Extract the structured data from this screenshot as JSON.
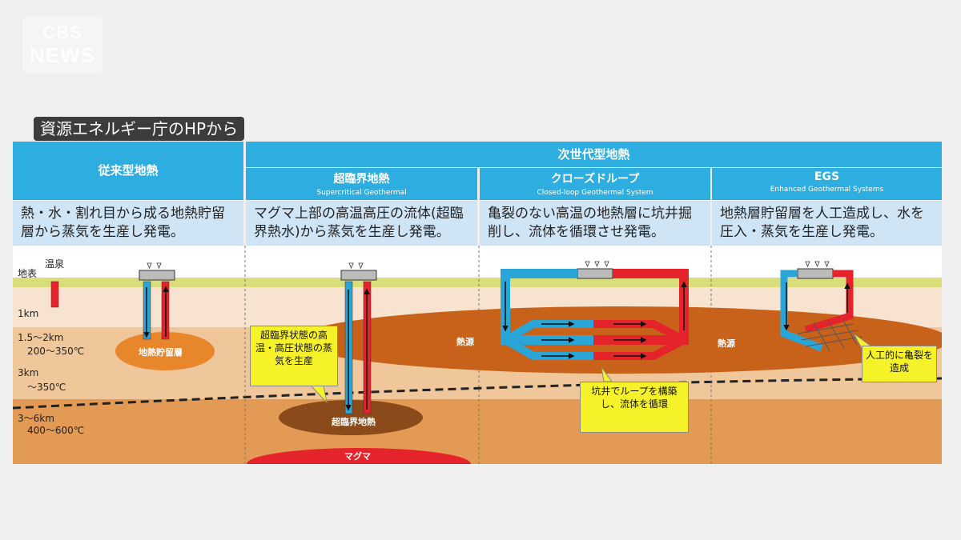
{
  "logo": {
    "line1": "CBS",
    "line2": "NEWS"
  },
  "source_tag": "資源エネルギー庁のHPから",
  "header": {
    "conventional": "従来型地熱",
    "next_gen": "次世代型地熱",
    "supercritical": {
      "ja": "超臨界地熱",
      "en": "Supercritical Geothermal"
    },
    "closed_loop": {
      "ja": "クローズドループ",
      "en": "Closed-loop Geothermal System"
    },
    "egs": {
      "ja": "EGS",
      "en": "Enhanced Geothermal Systems"
    }
  },
  "descriptions": {
    "conventional": "熱・水・割れ目から成る地熱貯留層から蒸気を生産し発電。",
    "supercritical": "マグマ上部の高温高圧の流体(超臨界熱水)から蒸気を生産し発電。",
    "closed_loop": "亀裂のない高温の地熱層に坑井掘削し、流体を循環させ発電。",
    "egs": "地熱層貯留層を人工造成し、水を圧入・蒸気を生産し発電。"
  },
  "depth_labels": {
    "surface": "地表",
    "hot_spring": "温泉",
    "d1": "1km",
    "d2": "1.5～2km",
    "t2": "200～350℃",
    "d3": "3km",
    "t3": "～350℃",
    "d4": "3～6km",
    "t4": "400～600℃"
  },
  "diagram_labels": {
    "reservoir": "地熱貯留層",
    "heat_source_1": "熱源",
    "heat_source_2": "熱源",
    "supercritical_zone": "超臨界地熱",
    "magma": "マグマ"
  },
  "callouts": {
    "supercritical": "超臨界状態の高温・高圧状態の蒸気を生産",
    "closed_loop": "坑井でループを構築し、流体を循環",
    "egs": "人工的に亀裂を造成"
  },
  "colors": {
    "header_blue": "#2eaee0",
    "desc_bg": "#cfe4f4",
    "pipe_blue": "#2aa5d8",
    "pipe_red": "#e4242a",
    "callout_yellow": "#f6f22a",
    "heat_orange": "#c8621a"
  }
}
